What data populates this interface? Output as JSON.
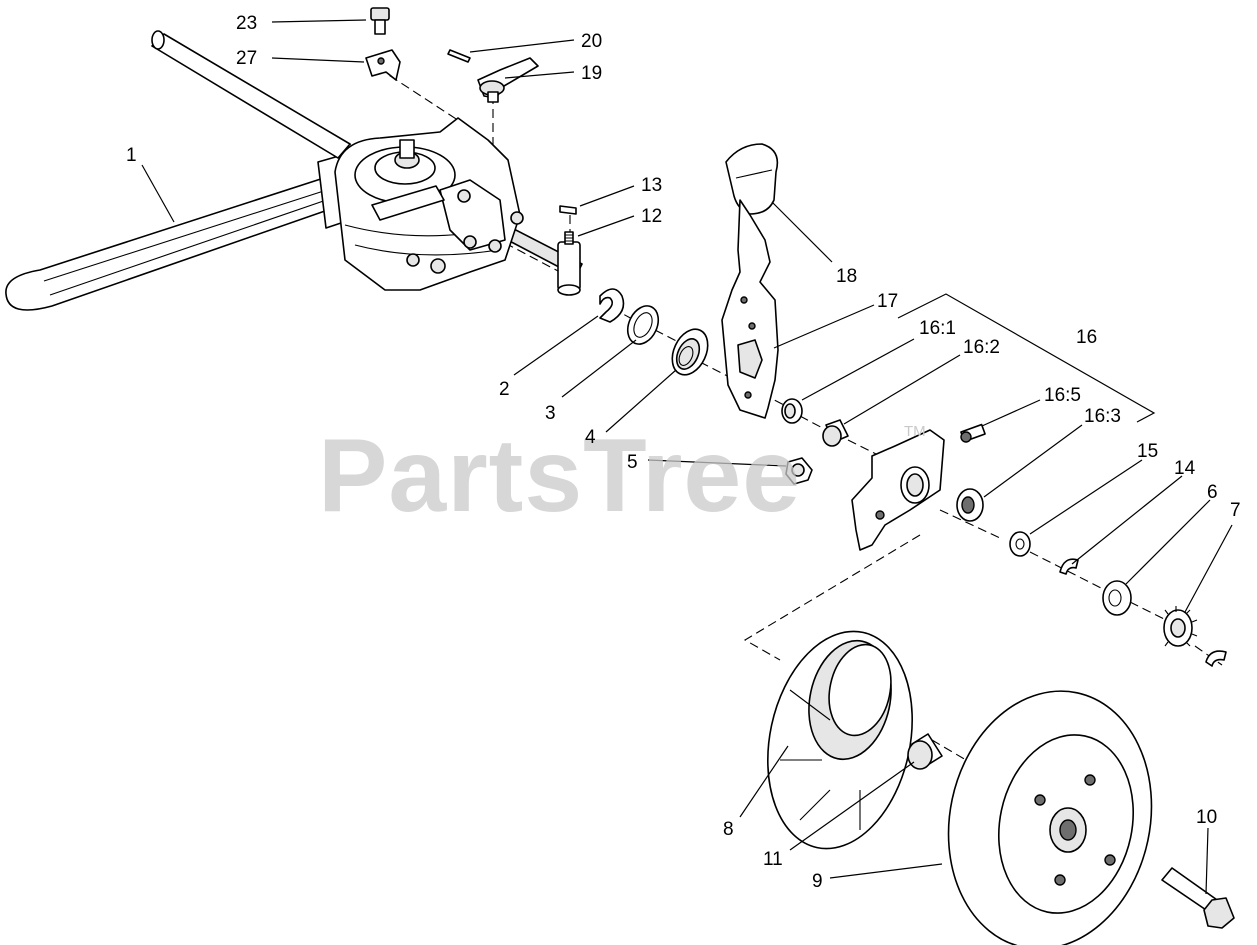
{
  "watermark": {
    "text": "PartsTree",
    "trademark": "TM"
  },
  "callouts": [
    {
      "id": "c23",
      "label": "23"
    },
    {
      "id": "c27",
      "label": "27"
    },
    {
      "id": "c20",
      "label": "20"
    },
    {
      "id": "c19",
      "label": "19"
    },
    {
      "id": "c1",
      "label": "1"
    },
    {
      "id": "c13",
      "label": "13"
    },
    {
      "id": "c12",
      "label": "12"
    },
    {
      "id": "c18",
      "label": "18"
    },
    {
      "id": "c17",
      "label": "17"
    },
    {
      "id": "c16",
      "label": "16"
    },
    {
      "id": "c16-1",
      "label": "16:1"
    },
    {
      "id": "c16-2",
      "label": "16:2"
    },
    {
      "id": "c16-5",
      "label": "16:5"
    },
    {
      "id": "c16-3",
      "label": "16:3"
    },
    {
      "id": "c15",
      "label": "15"
    },
    {
      "id": "c14",
      "label": "14"
    },
    {
      "id": "c6",
      "label": "6"
    },
    {
      "id": "c7",
      "label": "7"
    },
    {
      "id": "c2",
      "label": "2"
    },
    {
      "id": "c3",
      "label": "3"
    },
    {
      "id": "c4",
      "label": "4"
    },
    {
      "id": "c5",
      "label": "5"
    },
    {
      "id": "c8",
      "label": "8"
    },
    {
      "id": "c11",
      "label": "11"
    },
    {
      "id": "c9",
      "label": "9"
    },
    {
      "id": "c10",
      "label": "10"
    }
  ]
}
